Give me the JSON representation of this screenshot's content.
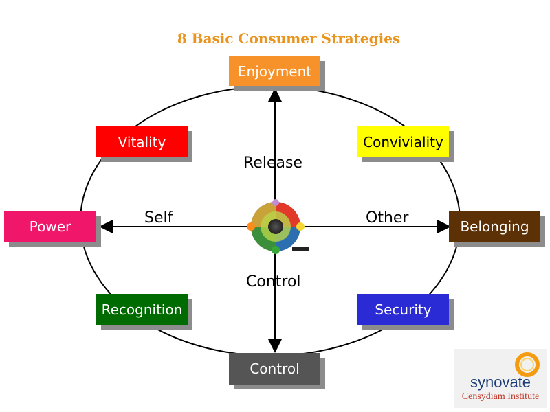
{
  "title": "8 Basic Consumer Strategies",
  "boxes": {
    "enjoyment": "Enjoyment",
    "vitality": "Vitality",
    "conviviality": "Conviviality",
    "power": "Power",
    "belonging": "Belonging",
    "recognition": "Recognition",
    "security": "Security",
    "control": "Control"
  },
  "axes": {
    "top": "Release",
    "left": "Self",
    "right": "Other",
    "bottom": "Control"
  },
  "colors": {
    "enjoyment": "#f7922a",
    "vitality": "#ff0000",
    "conviviality": "#ffff00",
    "power": "#f0166a",
    "belonging": "#5c3106",
    "recognition": "#006b00",
    "security": "#2b2bd6",
    "control": "#555555",
    "title": "#e8941e"
  },
  "logo": {
    "name": "synovate",
    "subtitle": "Censydiam Institute"
  }
}
